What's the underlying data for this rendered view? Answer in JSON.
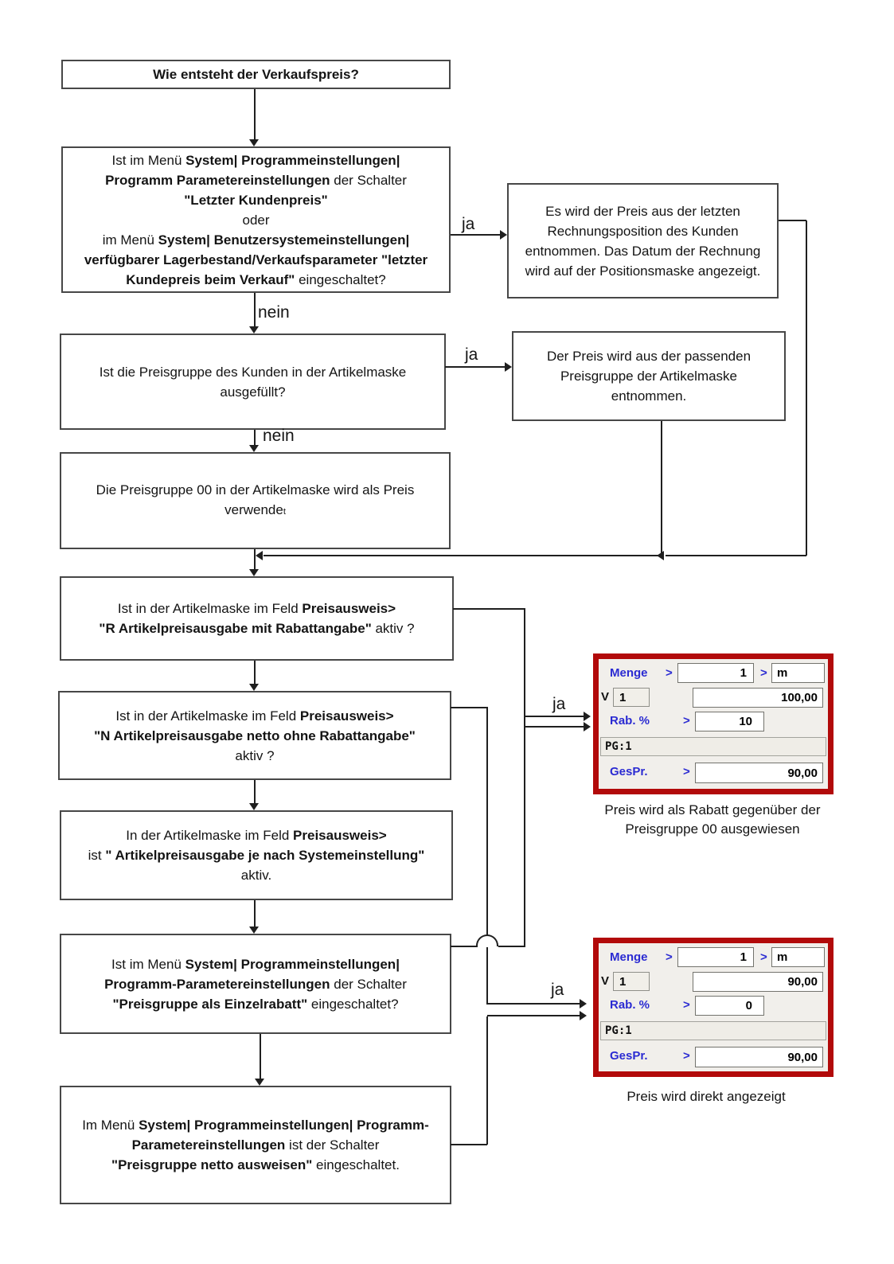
{
  "colors": {
    "panel_border": "#b20a0a",
    "panel_background": "#f1efeb",
    "label_blue": "#2b2bd2",
    "line_color": "#1f1f1f",
    "box_border": "#474747"
  },
  "flow": {
    "start": {
      "lines": [
        [
          {
            "t": "Wie entsteht der Verkaufspreis?",
            "b": true
          }
        ]
      ]
    },
    "q_kundenpreis": {
      "lines": [
        [
          {
            "t": "Ist im Menü ",
            "b": false
          },
          {
            "t": "System| Programmeinstellungen|",
            "b": true
          }
        ],
        [
          {
            "t": "Programm Parametereinstellungen",
            "b": true
          },
          {
            "t": " der Schalter",
            "b": false
          }
        ],
        [
          {
            "t": "\"Letzter Kundenpreis\"",
            "b": true
          }
        ],
        [
          {
            "t": "oder",
            "b": false
          }
        ],
        [
          {
            "t": "im Menü ",
            "b": false
          },
          {
            "t": "System| Benutzersystemeinstellungen|",
            "b": true
          }
        ],
        [
          {
            "t": "verfügbarer Lagerbestand/Verkaufsparameter \"letzter",
            "b": true
          }
        ],
        [
          {
            "t": "Kundepreis beim Verkauf\"",
            "b": true
          },
          {
            "t": " eingeschaltet?",
            "b": false
          }
        ]
      ]
    },
    "r_letzte_rechnung": {
      "lines": [
        [
          {
            "t": "Es wird der Preis aus der letzten",
            "b": false
          }
        ],
        [
          {
            "t": "Rechnungsposition des Kunden",
            "b": false
          }
        ],
        [
          {
            "t": "entnommen. Das Datum der Rechnung",
            "b": false
          }
        ],
        [
          {
            "t": "wird auf der Positionsmaske angezeigt.",
            "b": false
          }
        ]
      ]
    },
    "q_preisgruppe": {
      "lines": [
        [
          {
            "t": "Ist die Preisgruppe des Kunden in der Artikelmaske",
            "b": false
          }
        ],
        [
          {
            "t": "ausgefüllt?",
            "b": false
          }
        ]
      ]
    },
    "r_preisgruppe": {
      "lines": [
        [
          {
            "t": "Der Preis wird aus der passenden",
            "b": false
          }
        ],
        [
          {
            "t": "Preisgruppe der Artikelmaske",
            "b": false
          }
        ],
        [
          {
            "t": "entnommen.",
            "b": false
          }
        ]
      ]
    },
    "b_preisgruppe00": {
      "lines": [
        [
          {
            "t": "Die Preisgruppe 00 in der Artikelmaske wird als Preis",
            "b": false
          }
        ],
        [
          {
            "t": "verwende",
            "b": false
          },
          {
            "t": "t",
            "b": false,
            "small": true
          }
        ]
      ]
    },
    "q_rabattangabe": {
      "lines": [
        [
          {
            "t": "Ist in der Artikelmaske im Feld ",
            "b": false
          },
          {
            "t": "Preisausweis>",
            "b": true
          }
        ],
        [
          {
            "t": "\"R Artikelpreisausgabe mit Rabattangabe\"",
            "b": true
          },
          {
            "t": "  aktiv ?",
            "b": false
          }
        ]
      ]
    },
    "q_netto": {
      "lines": [
        [
          {
            "t": "Ist in der Artikelmaske im Feld ",
            "b": false
          },
          {
            "t": "Preisausweis>",
            "b": true
          }
        ],
        [
          {
            "t": "\"N Artikelpreisausgabe netto ohne Rabattangabe\"",
            "b": true
          }
        ],
        [
          {
            "t": "aktiv ?",
            "b": false
          }
        ]
      ]
    },
    "b_systemeinstellung": {
      "lines": [
        [
          {
            "t": "In der Artikelmaske im Feld ",
            "b": false
          },
          {
            "t": "Preisausweis>",
            "b": true
          }
        ],
        [
          {
            "t": "ist ",
            "b": false
          },
          {
            "t": "\" Artikelpreisausgabe je nach Systemeinstellung\"",
            "b": true
          }
        ],
        [
          {
            "t": "aktiv.",
            "b": false
          }
        ]
      ]
    },
    "q_einzelrabatt": {
      "lines": [
        [
          {
            "t": "Ist im Menü ",
            "b": false
          },
          {
            "t": "System| Programmeinstellungen|",
            "b": true
          }
        ],
        [
          {
            "t": "Programm-Parametereinstellungen",
            "b": true
          },
          {
            "t": " der Schalter",
            "b": false
          }
        ],
        [
          {
            "t": "\"Preisgruppe als Einzelrabatt\"",
            "b": true
          },
          {
            "t": " eingeschaltet?",
            "b": false
          }
        ]
      ]
    },
    "b_netto_ausweisen": {
      "lines": [
        [
          {
            "t": "Im Menü ",
            "b": false
          },
          {
            "t": "System| Programmeinstellungen| Programm-",
            "b": true
          }
        ],
        [
          {
            "t": "Parametereinstellungen",
            "b": true
          },
          {
            "t": " ist der Schalter",
            "b": false
          }
        ],
        [
          {
            "t": "\"Preisgruppe netto ausweisen\"",
            "b": true
          },
          {
            "t": " eingeschaltet.",
            "b": false
          }
        ]
      ]
    }
  },
  "edges": {
    "ja_top": "ja",
    "nein_top": "nein",
    "ja_mid": "ja",
    "nein_mid": "nein",
    "ja_rabatt": "ja",
    "ja_direkt": "ja"
  },
  "panels": {
    "shared": {
      "menge_label": "Menge",
      "chevron": ">",
      "menge_value": "1",
      "unit": "m",
      "v_label": "V",
      "v_value": "1",
      "rab_label": "Rab. %",
      "pg_label": "PG:1",
      "gespr_label": "GesPr."
    },
    "rabatt": {
      "preis": "100,00",
      "rab_value": "10",
      "gespr_value": "90,00",
      "caption_l1": "Preis wird als Rabatt gegenüber der",
      "caption_l2": "Preisgruppe 00 ausgewiesen"
    },
    "direkt": {
      "preis": "90,00",
      "rab_value": "0",
      "gespr_value": "90,00",
      "caption": "Preis wird direkt angezeigt"
    }
  }
}
